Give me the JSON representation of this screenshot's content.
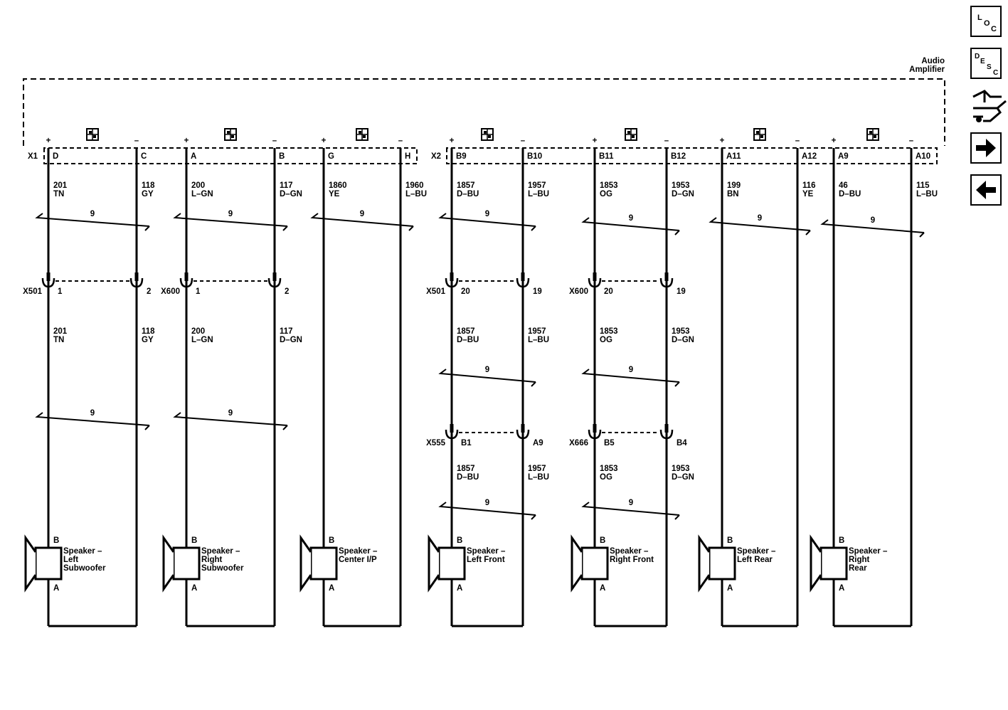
{
  "module": {
    "name_line1": "Audio",
    "name_line2": "Amplifier"
  },
  "connectors": {
    "x1": "X1",
    "x2": "X2"
  },
  "wire_symbol": "9",
  "sidebar": {
    "loc": {
      "a": "L",
      "b": "O",
      "c": "C"
    },
    "desc": {
      "a": "D",
      "b": "E",
      "c": "S",
      "d": "C"
    },
    "icons": [
      "component-connector-icon",
      "next-page-arrow-icon",
      "previous-page-arrow-icon"
    ]
  },
  "channels": [
    {
      "pos_pin": "D",
      "neg_pin": "C",
      "pos_circuit": "201",
      "pos_color": "TN",
      "neg_circuit": "118",
      "neg_color": "GY",
      "inline1": {
        "name": "X501",
        "pos_pin": "1",
        "neg_pin": "2"
      },
      "lower_pos_circuit": "201",
      "lower_pos_color": "TN",
      "lower_neg_circuit": "118",
      "lower_neg_color": "GY",
      "speaker": {
        "line1": "Speaker –",
        "line2": "Left",
        "line3": "Subwoofer",
        "pin_b": "B",
        "pin_a": "A"
      }
    },
    {
      "pos_pin": "A",
      "neg_pin": "B",
      "pos_circuit": "200",
      "pos_color": "L–GN",
      "neg_circuit": "117",
      "neg_color": "D–GN",
      "inline1": {
        "name": "X600",
        "pos_pin": "1",
        "neg_pin": "2"
      },
      "lower_pos_circuit": "200",
      "lower_pos_color": "L–GN",
      "lower_neg_circuit": "117",
      "lower_neg_color": "D–GN",
      "speaker": {
        "line1": "Speaker –",
        "line2": "Right",
        "line3": "Subwoofer",
        "pin_b": "B",
        "pin_a": "A"
      }
    },
    {
      "pos_pin": "G",
      "neg_pin": "H",
      "pos_circuit": "1860",
      "pos_color": "YE",
      "neg_circuit": "1960",
      "neg_color": "L–BU",
      "speaker": {
        "line1": "Speaker –",
        "line2": "Center I/P",
        "line3": "",
        "pin_b": "B",
        "pin_a": "A"
      }
    },
    {
      "pos_pin": "B9",
      "neg_pin": "B10",
      "pos_circuit": "1857",
      "pos_color": "D–BU",
      "neg_circuit": "1957",
      "neg_color": "L–BU",
      "inline1": {
        "name": "X501",
        "pos_pin": "20",
        "neg_pin": "19"
      },
      "lower_pos_circuit": "1857",
      "lower_pos_color": "D–BU",
      "lower_neg_circuit": "1957",
      "lower_neg_color": "L–BU",
      "inline2": {
        "name": "X555",
        "pos_pin": "B1",
        "neg_pin": "A9"
      },
      "bottom_pos_circuit": "1857",
      "bottom_pos_color": "D–BU",
      "bottom_neg_circuit": "1957",
      "bottom_neg_color": "L–BU",
      "speaker": {
        "line1": "Speaker –",
        "line2": "Left Front",
        "line3": "",
        "pin_b": "B",
        "pin_a": "A"
      }
    },
    {
      "pos_pin": "B11",
      "neg_pin": "B12",
      "pos_circuit": "1853",
      "pos_color": "OG",
      "neg_circuit": "1953",
      "neg_color": "D–GN",
      "inline1": {
        "name": "X600",
        "pos_pin": "20",
        "neg_pin": "19"
      },
      "lower_pos_circuit": "1853",
      "lower_pos_color": "OG",
      "lower_neg_circuit": "1953",
      "lower_neg_color": "D–GN",
      "inline2": {
        "name": "X666",
        "pos_pin": "B5",
        "neg_pin": "B4"
      },
      "bottom_pos_circuit": "1853",
      "bottom_pos_color": "OG",
      "bottom_neg_circuit": "1953",
      "bottom_neg_color": "D–GN",
      "speaker": {
        "line1": "Speaker –",
        "line2": "Right Front",
        "line3": "",
        "pin_b": "B",
        "pin_a": "A"
      }
    },
    {
      "pos_pin": "A11",
      "neg_pin": "A12",
      "pos_circuit": "199",
      "pos_color": "BN",
      "neg_circuit": "116",
      "neg_color": "YE",
      "speaker": {
        "line1": "Speaker –",
        "line2": "Left Rear",
        "line3": "",
        "pin_b": "B",
        "pin_a": "A"
      }
    },
    {
      "pos_pin": "A9",
      "neg_pin": "A10",
      "pos_circuit": "46",
      "pos_color": "D–BU",
      "neg_circuit": "115",
      "neg_color": "L–BU",
      "speaker": {
        "line1": "Speaker –",
        "line2": "Right",
        "line3": "Rear",
        "pin_b": "B",
        "pin_a": "A"
      }
    }
  ]
}
